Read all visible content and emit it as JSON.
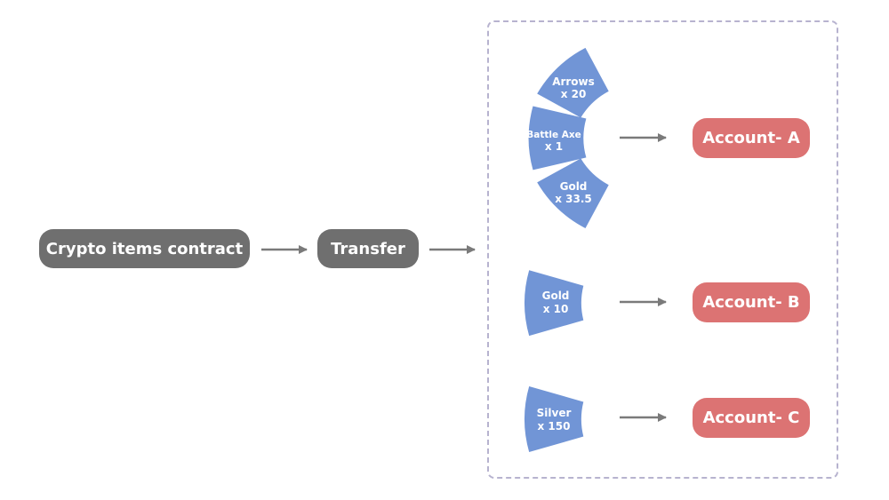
{
  "nodes": {
    "contract": "Crypto items contract",
    "transfer": "Transfer"
  },
  "accounts": {
    "a": "Account- A",
    "b": "Account- B",
    "c": "Account- C"
  },
  "items": {
    "arrows": {
      "name": "Arrows",
      "qty": "x 20"
    },
    "battle_axe": {
      "name": "Battle Axe",
      "qty": "x 1"
    },
    "gold_a": {
      "name": "Gold",
      "qty": "x 33.5"
    },
    "gold_b": {
      "name": "Gold",
      "qty": "x 10"
    },
    "silver": {
      "name": "Silver",
      "qty": "x 150"
    }
  },
  "colors": {
    "node": "#6f6f6f",
    "account": "#dc7373",
    "item": "#7195d6",
    "arrow": "#7a7a7a",
    "group_border": "#b7b3cf"
  }
}
